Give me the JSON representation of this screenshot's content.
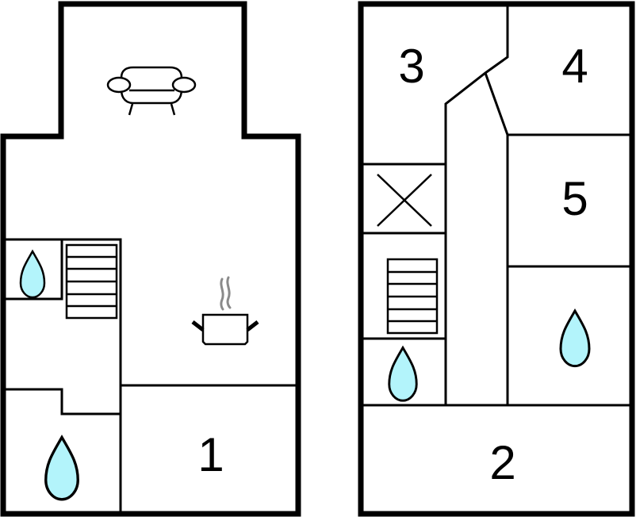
{
  "floor_plans": [
    {
      "id": "ground-floor",
      "rooms": [
        {
          "type": "living-room",
          "icon": "sofa-icon"
        },
        {
          "type": "kitchen",
          "icon": "cooking-pot-icon"
        },
        {
          "type": "bathroom",
          "icon": "water-drop-icon"
        },
        {
          "type": "bathroom",
          "icon": "water-drop-icon"
        },
        {
          "type": "staircase",
          "icon": "stairs-icon"
        },
        {
          "type": "bedroom",
          "label": "1"
        }
      ]
    },
    {
      "id": "upper-floor",
      "rooms": [
        {
          "type": "bedroom",
          "label": "3"
        },
        {
          "type": "bedroom",
          "label": "4"
        },
        {
          "type": "bedroom",
          "label": "5"
        },
        {
          "type": "bedroom",
          "label": "2"
        },
        {
          "type": "void",
          "icon": "cross-icon"
        },
        {
          "type": "staircase",
          "icon": "stairs-icon"
        },
        {
          "type": "bathroom",
          "icon": "water-drop-icon"
        },
        {
          "type": "bathroom",
          "icon": "water-drop-icon"
        }
      ]
    }
  ],
  "labels": {
    "room1": "1",
    "room2": "2",
    "room3": "3",
    "room4": "4",
    "room5": "5"
  },
  "colors": {
    "wall": "#000000",
    "water": "#b3f4fb",
    "steam": "#8a8a8a",
    "background": "#ffffff"
  }
}
